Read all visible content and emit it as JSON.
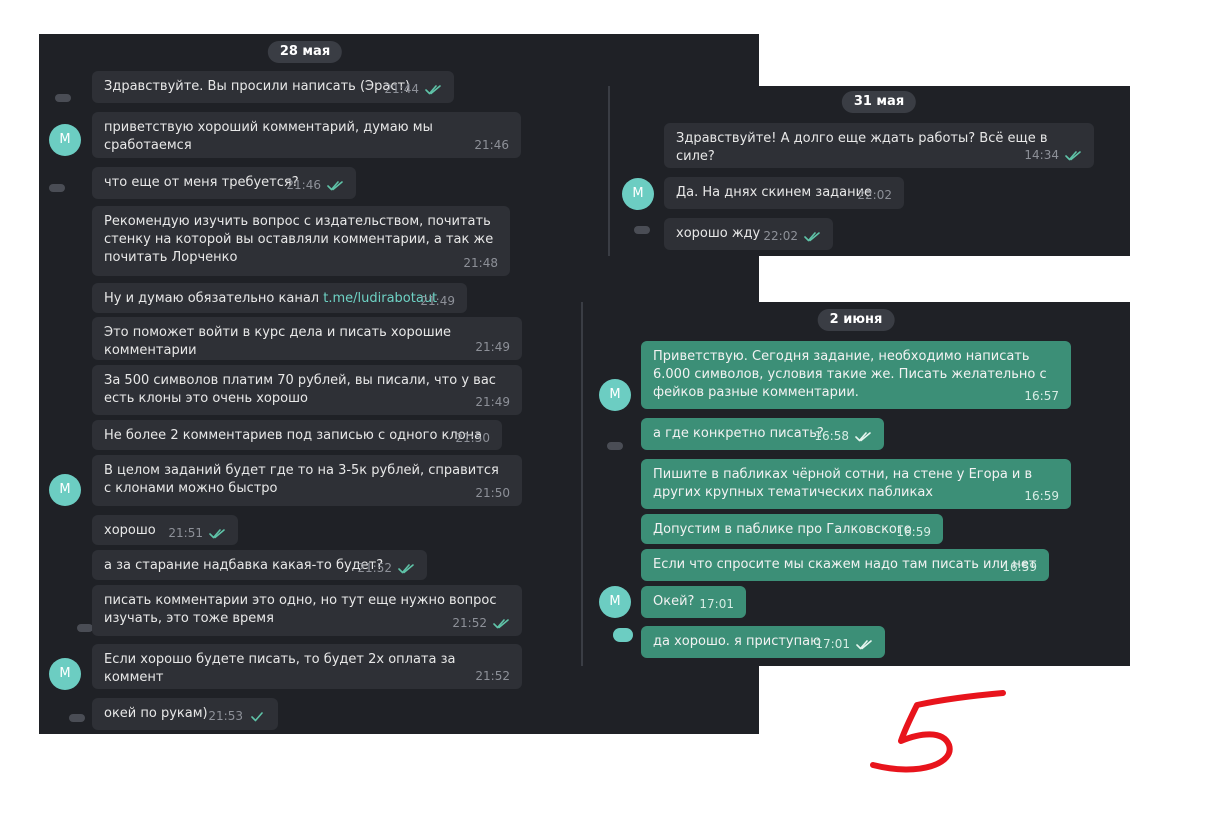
{
  "left": {
    "date": "28 мая",
    "avatar_letter": "М",
    "messages": [
      {
        "text": "Здравствуйте. Вы просили написать (Эраст)",
        "time": "21:44"
      },
      {
        "text": "приветствую хороший комментарий, думаю мы сработаемся",
        "time": "21:46"
      },
      {
        "text": "что еще от меня требуется?",
        "time": "21:46"
      },
      {
        "text": "Рекомендую изучить вопрос с издательством, почитать стенку на которой вы оставляли комментарии, а так же почитать Лорченко",
        "time": "21:48"
      },
      {
        "text": "Ну и думаю обязательно канал",
        "link": "t.me/ludirabotaut",
        "time": "21:49"
      },
      {
        "text": "Это поможет войти в курс дела и писать хорошие комментарии",
        "time": "21:49"
      },
      {
        "text": "За 500 символов платим 70 рублей, вы писали, что у вас есть клоны это очень хорошо",
        "time": "21:49"
      },
      {
        "text": "Не более 2 комментариев под записью с одного клона",
        "time": "21:50"
      },
      {
        "text": "В целом заданий будет где то на 3-5к рублей, справится с клонами можно быстро",
        "time": "21:50"
      },
      {
        "text": "хорошо",
        "time": "21:51"
      },
      {
        "text": "а за старание надбавка какая-то будет?",
        "time": "21:52"
      },
      {
        "text": "писать комментарии это одно, но тут еще нужно вопрос изучать, это тоже время",
        "time": "21:52"
      },
      {
        "text": "Если хорошо будете писать, то  будет 2х оплата за коммент",
        "time": "21:52"
      },
      {
        "text": "окей по рукам)",
        "time": "21:53"
      }
    ]
  },
  "right_top": {
    "date": "31 мая",
    "avatar_letter": "М",
    "messages": [
      {
        "text": "Здравствуйте! А долго еще ждать работы? Всё еще в силе?",
        "time": "14:34"
      },
      {
        "text": "Да. На днях скинем задание",
        "time": "22:02"
      },
      {
        "text": "хорошо жду",
        "time": "22:02"
      }
    ]
  },
  "right_bottom": {
    "date": "2 июня",
    "avatar_letter": "М",
    "messages": [
      {
        "text": "Приветствую. Сегодня задание, необходимо написать 6.000 символов, условия такие же. Писать желательно с фейков разные комментарии.",
        "time": "16:57"
      },
      {
        "text": "а где конкретно писать?",
        "time": "16:58"
      },
      {
        "text": "Пишите в пабликах чёрной сотни, на стене у Егора и в других крупных тематических пабликах",
        "time": "16:59"
      },
      {
        "text": "Допустим в паблике про Галковского",
        "time": "16:59"
      },
      {
        "text": "Если что спросите мы скажем надо там писать или нет",
        "time": "16:59"
      },
      {
        "text": "Окей?",
        "time": "17:01"
      },
      {
        "text": "да хорошо. я приступаю",
        "time": "17:01"
      }
    ]
  },
  "annotation": {
    "label": "5",
    "color": "#e8141c"
  },
  "colors": {
    "panel": "#1f2126",
    "bubble_in": "#2e3036",
    "bubble_out": "#3c8f77",
    "avatar": "#6ccdc2",
    "check": "#5fc3a8"
  }
}
